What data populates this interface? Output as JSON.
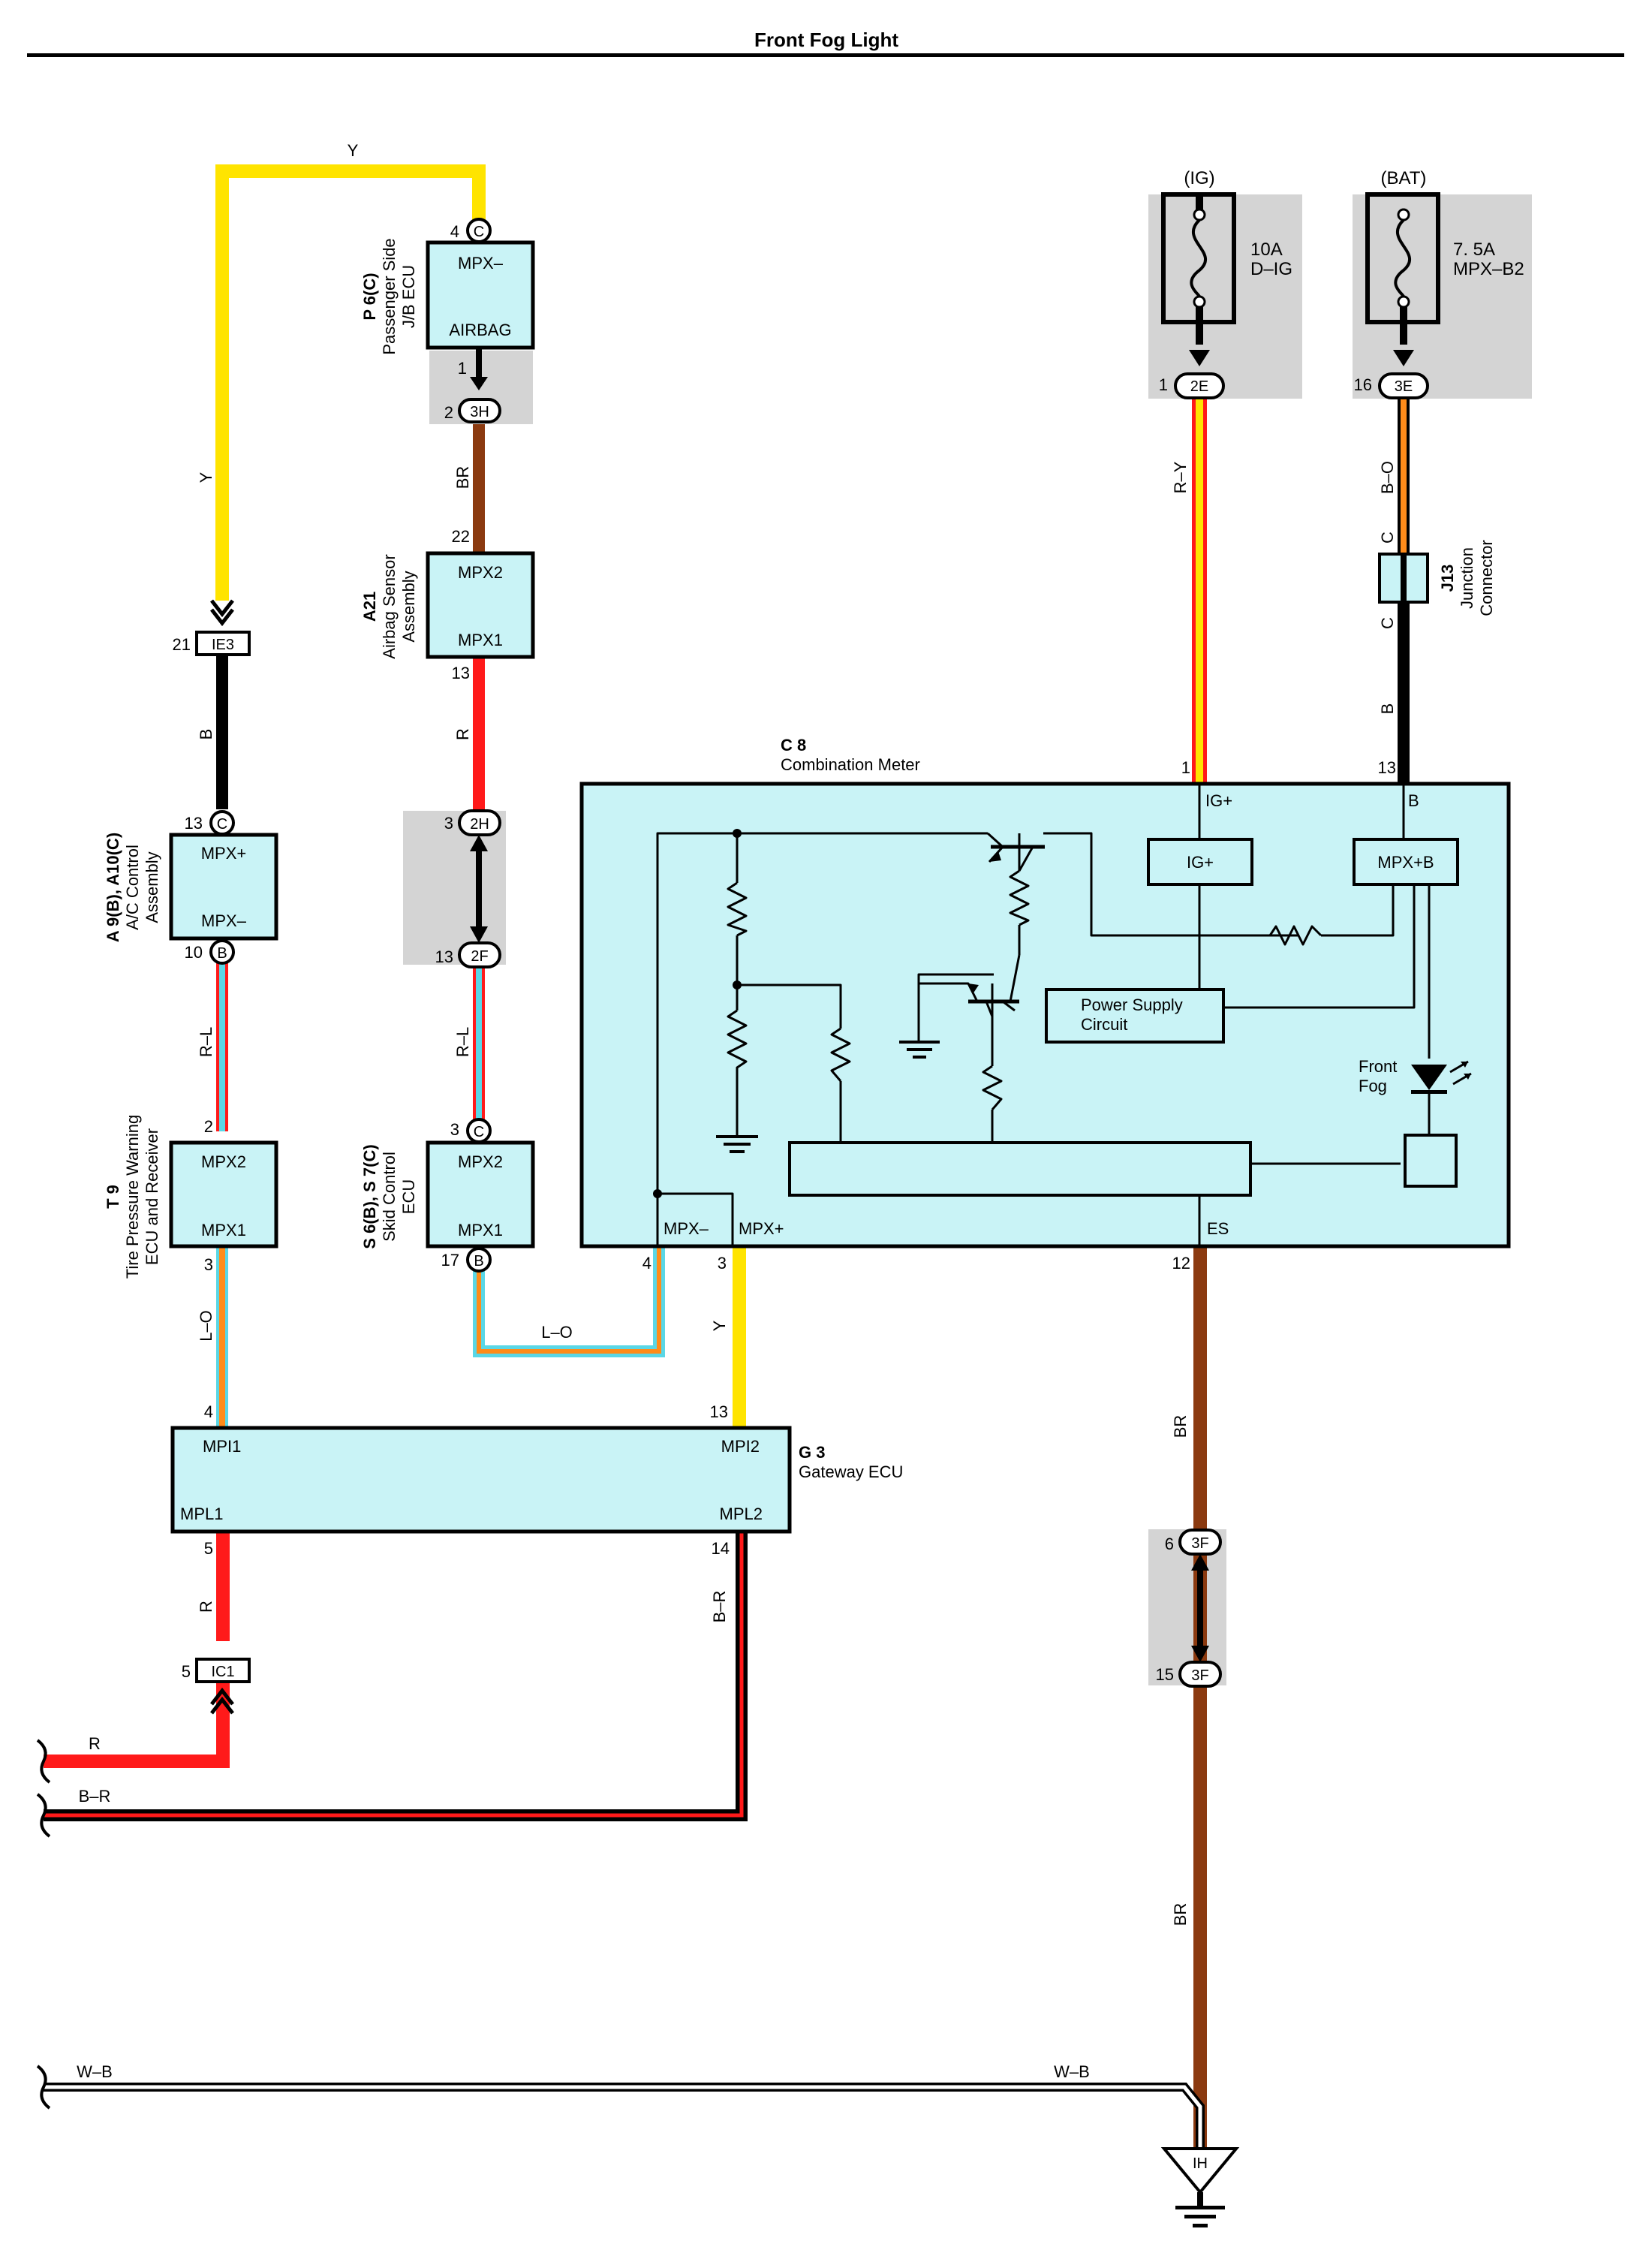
{
  "title": "Front Fog Light",
  "colors": {
    "Y": "#ffe400",
    "B": "#000000",
    "R": "#ff1a1a",
    "BR": "#8b3a10",
    "L": "#5ad7e6",
    "O": "#ff8c1a",
    "W": "#ffffff",
    "ecu_fill": "#c9f3f6",
    "shade": "#d4d4d4"
  },
  "power_sources": {
    "ig": {
      "label": "(IG)",
      "fuse_amp": "10A",
      "fuse_name": "D–IG",
      "pin": "1",
      "connector": "2E"
    },
    "bat": {
      "label": "(BAT)",
      "fuse_amp": "7. 5A",
      "fuse_name": "MPX–B2",
      "pin": "16",
      "connector": "3E"
    }
  },
  "components": {
    "passenger_jb": {
      "code": "P 6(C)",
      "name1": "Passenger Side",
      "name2": "J/B ECU",
      "term_top": "MPX–",
      "term_bottom": "AIRBAG",
      "pin_top": "4",
      "conn_top": "C",
      "pin_out_a": "1",
      "pin_out_b": "2",
      "conn_out": "3H"
    },
    "airbag_sensor": {
      "code": "A21",
      "name1": "Airbag Sensor",
      "name2": "Assembly",
      "term_top": "MPX2",
      "term_bottom": "MPX1",
      "pin_top": "22",
      "pin_bottom": "13"
    },
    "ac_control": {
      "code": "A 9(B), A10(C)",
      "name1": "A/C Control",
      "name2": "Assembly",
      "term_top": "MPX+",
      "term_bottom": "MPX–",
      "pin_top": "13",
      "conn_top": "C",
      "pin_bottom": "10",
      "conn_bottom": "B"
    },
    "tire_pressure": {
      "code": "T 9",
      "name1": "Tire Pressure Warning",
      "name2": "ECU and Receiver",
      "term_top": "MPX2",
      "term_bottom": "MPX1",
      "pin_top": "2",
      "pin_bottom": "3"
    },
    "skid_control": {
      "code": "S 6(B), S 7(C)",
      "name1": "Skid Control",
      "name2": "ECU",
      "term_top": "MPX2",
      "term_bottom": "MPX1",
      "pin_top": "3",
      "conn_top": "C",
      "pin_bottom": "17",
      "conn_bottom": "B"
    },
    "combination_meter": {
      "code": "C 8",
      "name": "Combination Meter",
      "term_igp": "IG+",
      "term_b": "B",
      "block_igp": "IG+",
      "block_mpxb": "MPX+B",
      "psc1": "Power Supply",
      "psc2": "Circuit",
      "fog1": "Front",
      "fog2": "Fog",
      "term_mpxm": "MPX–",
      "term_mpxp": "MPX+",
      "term_es": "ES",
      "pin_igp": "1",
      "pin_b": "13",
      "pin_mpxm": "4",
      "pin_mpxp": "3",
      "pin_es": "12"
    },
    "gateway": {
      "code": "G 3",
      "name": "Gateway ECU",
      "term_mpi1": "MPI1",
      "term_mpi2": "MPI2",
      "term_mpl1": "MPL1",
      "term_mpl2": "MPL2",
      "pin_mpi1": "4",
      "pin_mpi2": "13",
      "pin_mpl1": "5",
      "pin_mpl2": "14"
    },
    "junction": {
      "code": "J13",
      "name1": "Junction",
      "name2": "Connector",
      "pin_top": "C",
      "pin_bottom": "C"
    }
  },
  "connectors": {
    "ie3": {
      "pin": "21",
      "name": "IE3"
    },
    "ic1": {
      "pin": "5",
      "name": "IC1"
    },
    "h2_top": {
      "pin": "3",
      "name": "2H"
    },
    "f2_bottom": {
      "pin": "13",
      "name": "2F"
    },
    "f3_top": {
      "pin": "6",
      "name": "3F"
    },
    "f3_bottom": {
      "pin": "15",
      "name": "3F"
    },
    "ground": {
      "name": "IH"
    }
  },
  "wires": {
    "y_top": "Y",
    "y_left": "Y",
    "br_jb": "BR",
    "r_airbag": "R",
    "b_ac": "B",
    "rl_ac": "R–L",
    "rl_skid": "R–L",
    "lo_tire": "L–O",
    "lo_skid": "L–O",
    "y_meter": "Y",
    "ry_ig": "R–Y",
    "bo_bat": "B–O",
    "b_meter": "B",
    "br_es": "BR",
    "br_low": "BR",
    "r_gw": "R",
    "br_gw": "B–R",
    "r_out": "R",
    "br_out": "B–R",
    "wb_left": "W–B",
    "wb_right": "W–B"
  }
}
